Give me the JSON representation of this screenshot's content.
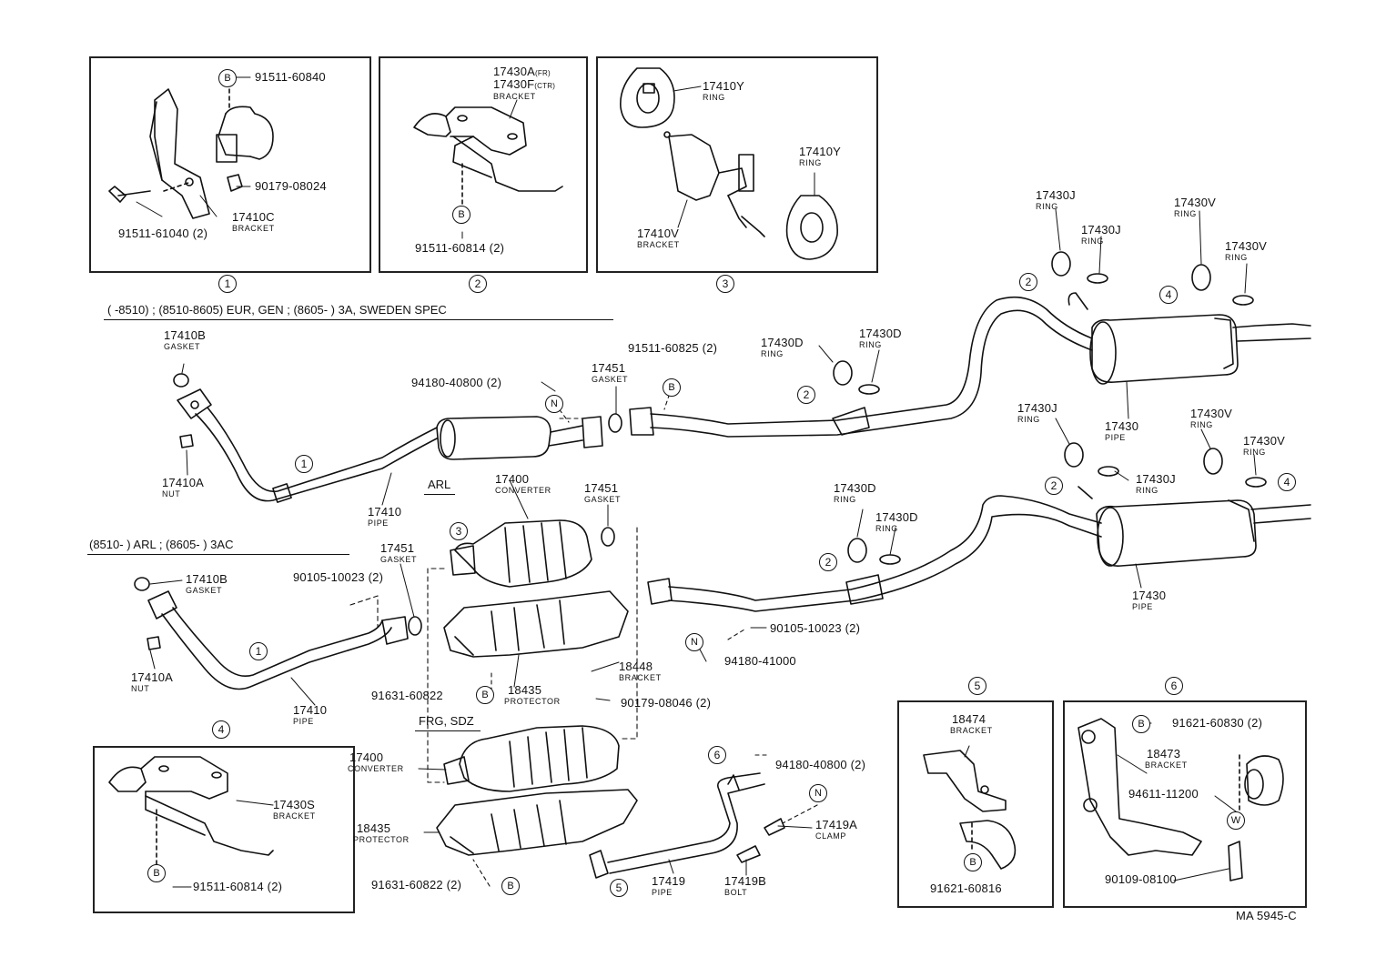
{
  "heading_row_1": "(        -8510) ; (8510-8605) EUR, GEN ; (8605-         ) 3A, SWEDEN SPEC",
  "heading_row_2": "(8510-          ) ARL ; (8605-          ) 3AC",
  "arl_label": "ARL",
  "frg_label": "FRG, SDZ",
  "footer_code": "MA 5945-C",
  "inset_numbers": [
    "1",
    "2",
    "3",
    "4",
    "5",
    "6"
  ],
  "callout_letters": {
    "B": "B",
    "N": "N",
    "W": "W"
  },
  "inset1": {
    "p1": "91511-60840",
    "p2": "90179-08024",
    "p3": "17410C",
    "p3_sub": "BRACKET",
    "p4": "91511-61040 (2)"
  },
  "inset2": {
    "p1": "17430A",
    "p1_note": "(FR)",
    "p2": "17430F",
    "p2_note": "(CTR)",
    "p2_sub": "BRACKET",
    "p3": "91511-60814 (2)"
  },
  "inset3": {
    "p1": "17410Y",
    "p1_sub": "RING",
    "p2": "17410Y",
    "p2_sub": "RING",
    "p3": "17410V",
    "p3_sub": "BRACKET"
  },
  "inset4": {
    "p1": "17430S",
    "p1_sub": "BRACKET",
    "p2": "91511-60814 (2)"
  },
  "inset5": {
    "p1": "18474",
    "p1_sub": "BRACKET",
    "p2": "91621-60816"
  },
  "inset6": {
    "p1": "91621-60830 (2)",
    "p2": "18473",
    "p2_sub": "BRACKET",
    "p3": "94611-11200",
    "p4": "90109-08100"
  },
  "main": {
    "gasket_17410B": "17410B",
    "gasket_sub": "GASKET",
    "nut_17410A": "17410A",
    "nut_sub": "NUT",
    "pipe_17410": "17410",
    "pipe_sub": "PIPE",
    "bolt_94180_40800": "94180-40800 (2)",
    "gasket_17451": "17451",
    "bolt_91511_60825": "91511-60825 (2)",
    "ring_17430D": "17430D",
    "ring_sub": "RING",
    "ring_17430J": "17430J",
    "ring_17430V": "17430V",
    "pipe_17430": "17430",
    "converter_17400": "17400",
    "converter_sub": "CONVERTER",
    "bolt_90105_10023": "90105-10023 (2)",
    "bracket_18448": "18448",
    "bracket_sub": "BRACKET",
    "protector_18435": "18435",
    "protector_sub": "PROTECTOR",
    "bolt_91631_60822": "91631-60822",
    "bolt_91631_60822_2": "91631-60822 (2)",
    "nut_90179_08046": "90179-08046 (2)",
    "nut_94180_41000": "94180-41000",
    "clamp_17419A": "17419A",
    "clamp_sub": "CLAMP",
    "pipe_17419": "17419",
    "bolt_17419B": "17419B",
    "bolt_sub": "BOLT"
  }
}
